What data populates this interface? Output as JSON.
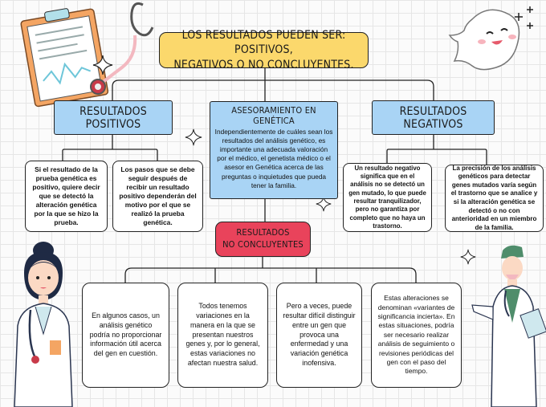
{
  "title": {
    "line1": "LOS RESULTADOS PUEDEN SER: POSITIVOS,",
    "line2": "NEGATIVOS O NO CONCLUYENTES."
  },
  "positivos": {
    "header": "RESULTADOS POSITIVOS",
    "card1": "Si el resultado de la prueba genética es positivo, quiere decir que se detectó la alteración genética por la que se hizo la prueba.",
    "card2": "Los pasos que se debe seguir después de recibir un resultado positivo dependerán del motivo por el que se realizó la prueba genética."
  },
  "asesoramiento": {
    "header": "ASESORAMIENTO EN GENÉTICA",
    "text": "Independientemente de cuáles sean los resultados del análisis genético, es importante una adecuada valoración por el médico, el genetista médico o el asesor en Genética acerca de las preguntas o inquietudes que pueda tener la familia."
  },
  "negativos": {
    "header": "RESULTADOS NEGATIVOS",
    "card1": "Un resultado negativo significa que en el análisis no se detectó un gen mutado, lo que puede resultar tranquilizador, pero no garantiza por completo que no haya un trastorno.",
    "card2": "La precisión de los análisis genéticos para detectar genes mutados varía según el trastorno que se analice y si la alteración genética se detectó o no con anterioridad en un miembro de la familia."
  },
  "noconcluyentes": {
    "header_line1": "RESULTADOS",
    "header_line2": "NO CONCLUYENTES",
    "card1": "En algunos casos, un análisis genético podría no proporcionar información útil acerca del gen en cuestión.",
    "card2": "Todos tenemos variaciones en la manera en la que se presentan nuestros genes y, por lo general, estas variaciones no afectan nuestra salud.",
    "card3": "Pero a veces, puede resultar difícil distinguir entre un gen que provoca una enfermedad y una variación genética inofensiva.",
    "card4": "Estas alteraciones se denominan «variantes de significancia incierta». En estas situaciones, podría ser necesario realizar análisis de seguimiento o revisiones periódicas del gen con el paso del tiempo."
  },
  "colors": {
    "title": "#fbd86c",
    "header_blue": "#a9d4f5",
    "header_red": "#e9435b",
    "ink": "#222222"
  }
}
